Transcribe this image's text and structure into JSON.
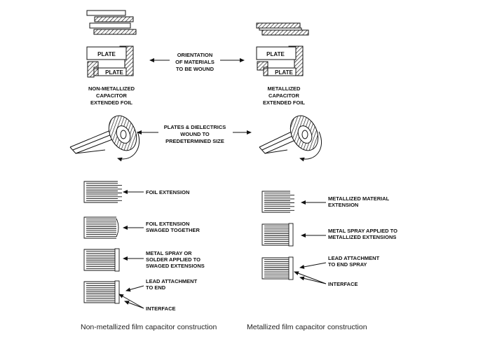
{
  "top": {
    "plate_label": "PLATE",
    "orientation_label": [
      "ORIENTATION",
      "OF MATERIALS",
      "TO BE WOUND"
    ],
    "left_caption": [
      "NON-METALLIZED",
      "CAPACITOR",
      "EXTENDED FOIL"
    ],
    "right_caption": [
      "METALLIZED",
      "CAPACITOR",
      "EXTENDED FOIL"
    ],
    "wound_label": [
      "PLATES & DIELECTRICS",
      "WOUND TO",
      "PREDETERMINED SIZE"
    ]
  },
  "left_steps": {
    "foil_extension": [
      "FOIL EXTENSION"
    ],
    "swaged": [
      "FOIL EXTENSION",
      "SWAGED TOGETHER"
    ],
    "metal_spray": [
      "METAL SPRAY OR",
      "SOLDER APPLIED TO",
      "SWAGED EXTENSIONS"
    ],
    "lead": [
      "LEAD ATTACHMENT",
      "TO END"
    ],
    "interface": [
      "INTERFACE"
    ]
  },
  "right_steps": {
    "metallized": [
      "METALLIZED MATERIAL",
      "EXTENSION"
    ],
    "spray": [
      "METAL SPRAY APPLIED TO",
      "METALLIZED EXTENSIONS"
    ],
    "lead": [
      "LEAD ATTACHMENT",
      "TO END SPRAY"
    ],
    "interface": [
      "INTERFACE"
    ]
  },
  "captions": {
    "left": "Non-metallized film capacitor construction",
    "right": "Metallized film capacitor construction"
  }
}
